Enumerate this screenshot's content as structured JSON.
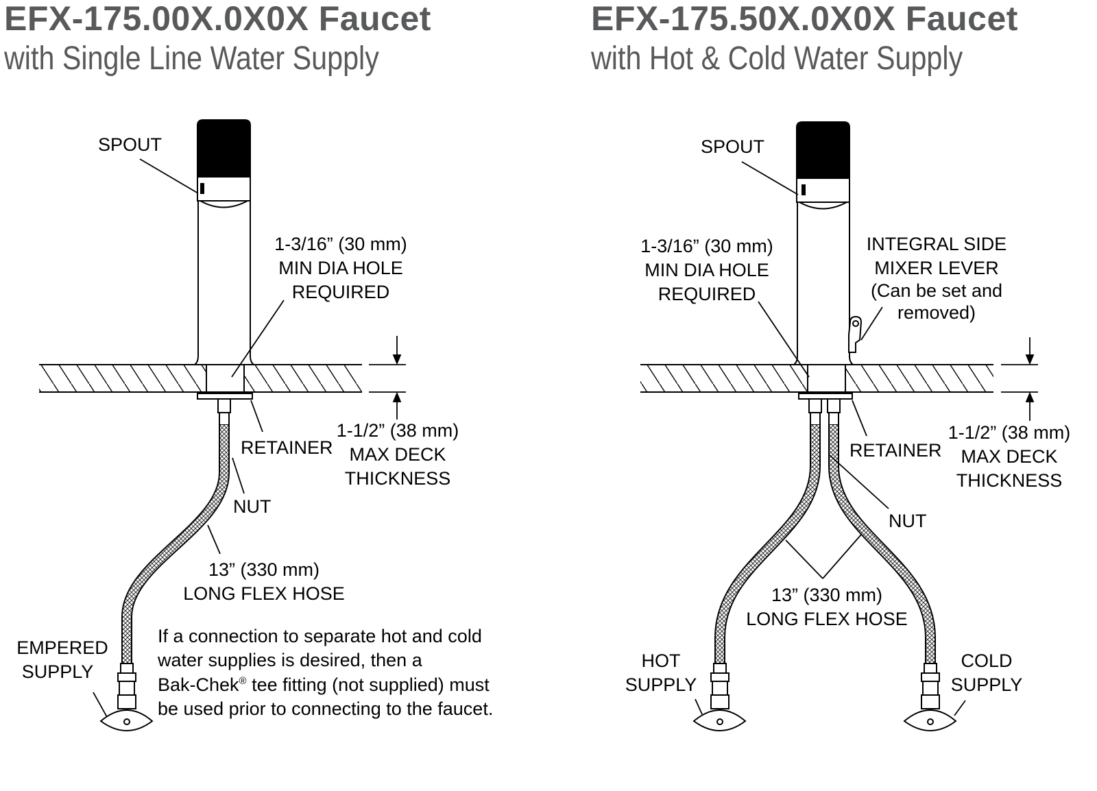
{
  "left": {
    "title": "EFX-175.00X.0X0X Faucet",
    "subtitle": "with Single Line Water Supply",
    "labels": {
      "spout": "SPOUT",
      "hole_line1": "1-3/16” (30 mm)",
      "hole_line2": "MIN DIA HOLE",
      "hole_line3": "REQUIRED",
      "retainer": "RETAINER",
      "deck_line1": "1-1/2” (38 mm)",
      "deck_line2": "MAX DECK",
      "deck_line3": "THICKNESS",
      "nut": "NUT",
      "hose_line1": "13” (330 mm)",
      "hose_line2": "LONG FLEX HOSE",
      "supply_line1": "EMPERED",
      "supply_line2": "SUPPLY"
    },
    "note": {
      "line1": "If a connection to separate hot and cold",
      "line2": "water supplies is desired, then a",
      "line3_pre": "Bak-Chek",
      "line3_reg": "®",
      "line3_post": " tee fitting (not supplied) must",
      "line4": "be used prior to connecting to the faucet."
    }
  },
  "right": {
    "title": "EFX-175.50X.0X0X Faucet",
    "subtitle": "with Hot & Cold Water Supply",
    "labels": {
      "spout": "SPOUT",
      "hole_line1": "1-3/16” (30 mm)",
      "hole_line2": "MIN DIA HOLE",
      "hole_line3": "REQUIRED",
      "mixer_line1": "INTEGRAL SIDE",
      "mixer_line2": "MIXER LEVER",
      "mixer_line3": "(Can be set and",
      "mixer_line4": "removed)",
      "retainer": "RETAINER",
      "deck_line1": "1-1/2” (38 mm)",
      "deck_line2": "MAX DECK",
      "deck_line3": "THICKNESS",
      "nut": "NUT",
      "hose_line1": "13” (330 mm)",
      "hose_line2": "LONG FLEX HOSE",
      "hot_line1": "HOT",
      "hot_line2": "SUPPLY",
      "cold_line1": "COLD",
      "cold_line2": "SUPPLY"
    }
  },
  "colors": {
    "title": "#58595b",
    "line": "#000000",
    "spout_cap": "#000000"
  }
}
